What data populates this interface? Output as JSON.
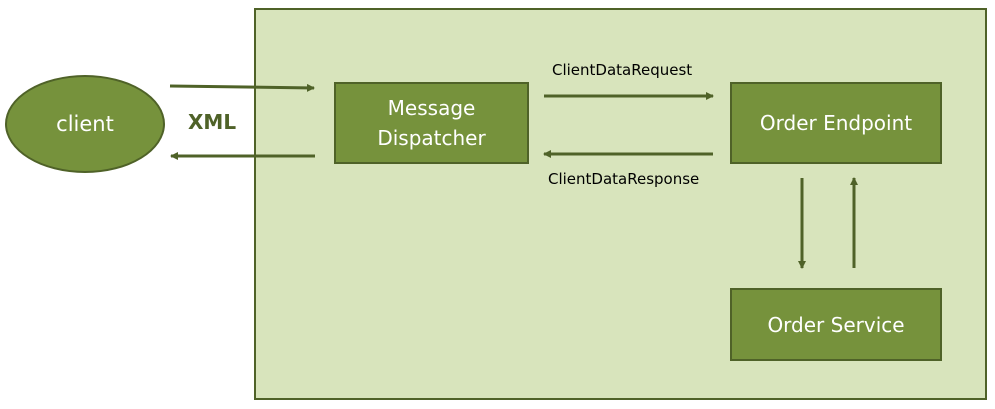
{
  "client": {
    "label": "client"
  },
  "connection": {
    "label": "XML"
  },
  "nodes": {
    "dispatcher": {
      "line1": "Message",
      "line2": "Dispatcher"
    },
    "endpoint": {
      "label": "Order Endpoint"
    },
    "service": {
      "label": "Order Service"
    }
  },
  "messages": {
    "request": "ClientDataRequest",
    "response": "ClientDataResponse"
  },
  "colors": {
    "node_fill": "#76923c",
    "node_border": "#4f6228",
    "container_fill": "#d8e4bc",
    "arrow": "#4f6228"
  }
}
